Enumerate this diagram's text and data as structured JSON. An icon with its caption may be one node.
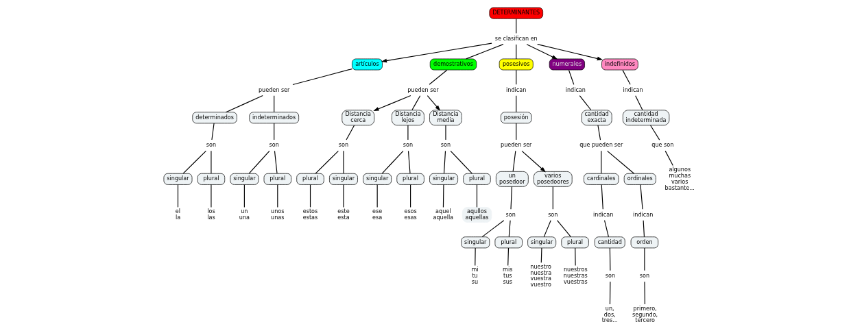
{
  "diagram": {
    "nodes": [
      {
        "text": [
          "DETERMINANTES"
        ]
      },
      {
        "text": [
          "se clasifican en"
        ]
      },
      {
        "text": [
          "artículos"
        ]
      },
      {
        "text": [
          "demostrativos"
        ]
      },
      {
        "text": [
          "posesivos"
        ]
      },
      {
        "text": [
          "numerales"
        ]
      },
      {
        "text": [
          "indefinidos"
        ]
      },
      {
        "text": [
          "pueden ser"
        ]
      },
      {
        "text": [
          "determinados"
        ]
      },
      {
        "text": [
          "indeterminados"
        ]
      },
      {
        "text": [
          "son"
        ]
      },
      {
        "text": [
          "singular"
        ]
      },
      {
        "text": [
          "plural"
        ]
      },
      {
        "text": [
          "el la"
        ]
      },
      {
        "text": [
          "los las"
        ]
      },
      {
        "text": [
          "son"
        ]
      },
      {
        "text": [
          "singular"
        ]
      },
      {
        "text": [
          "plural"
        ]
      },
      {
        "text": [
          "un una"
        ]
      },
      {
        "text": [
          "unos unas"
        ]
      },
      {
        "text": [
          "pueden ser"
        ]
      },
      {
        "text": [
          "Distancia cerca"
        ]
      },
      {
        "text": [
          "Distancia lejos"
        ]
      },
      {
        "text": [
          "Distancia media"
        ]
      },
      {
        "text": [
          "son"
        ]
      },
      {
        "text": [
          "plural"
        ]
      },
      {
        "text": [
          "singular"
        ]
      },
      {
        "text": [
          "estos estas"
        ]
      },
      {
        "text": [
          "este esta"
        ]
      },
      {
        "text": [
          "son"
        ]
      },
      {
        "text": [
          "singular"
        ]
      },
      {
        "text": [
          "plural"
        ]
      },
      {
        "text": [
          "ese esa"
        ]
      },
      {
        "text": [
          "esos esas"
        ]
      },
      {
        "text": [
          "son"
        ]
      },
      {
        "text": [
          "singular"
        ]
      },
      {
        "text": [
          "plural"
        ]
      },
      {
        "text": [
          "aquel aquella"
        ]
      },
      {
        "text": [
          "aqullos aquellas"
        ]
      },
      {
        "text": [
          "indican"
        ]
      },
      {
        "text": [
          "posesión"
        ]
      },
      {
        "text": [
          "pueden ser"
        ]
      },
      {
        "text": [
          "un posedoor"
        ]
      },
      {
        "text": [
          "varios posedoores"
        ]
      },
      {
        "text": [
          "son"
        ]
      },
      {
        "text": [
          "singular"
        ]
      },
      {
        "text": [
          "plural"
        ]
      },
      {
        "text": [
          "mi tu su"
        ]
      },
      {
        "text": [
          "mis tus sus"
        ]
      },
      {
        "text": [
          "son"
        ]
      },
      {
        "text": [
          "singular"
        ]
      },
      {
        "text": [
          "plural"
        ]
      },
      {
        "text": [
          "nuestro nuestra vuestra vuestro"
        ]
      },
      {
        "text": [
          "nuestros nuestras vuestras"
        ]
      },
      {
        "text": [
          "indican"
        ]
      },
      {
        "text": [
          "cantidad exacta"
        ]
      },
      {
        "text": [
          "que pueden ser"
        ]
      },
      {
        "text": [
          "cardinales"
        ]
      },
      {
        "text": [
          "ordinales"
        ]
      },
      {
        "text": [
          "indican"
        ]
      },
      {
        "text": [
          "cantidad"
        ]
      },
      {
        "text": [
          "son"
        ]
      },
      {
        "text": [
          "un, dos, tres..."
        ]
      },
      {
        "text": [
          "indican"
        ]
      },
      {
        "text": [
          "orden"
        ]
      },
      {
        "text": [
          "son"
        ]
      },
      {
        "text": [
          "primero, segundo, tercero"
        ]
      },
      {
        "text": [
          "indican"
        ]
      },
      {
        "text": [
          "cantidad indeterminada"
        ]
      },
      {
        "text": [
          "que son"
        ]
      },
      {
        "text": [
          "algunos muchas varios bastante..."
        ]
      }
    ],
    "edges": [
      {
        "from": 0,
        "to": 1,
        "arrow": "none"
      },
      {
        "from": 1,
        "to": 2,
        "arrow": "to"
      },
      {
        "from": 1,
        "to": 3,
        "arrow": "none"
      },
      {
        "from": 1,
        "to": 4,
        "arrow": "none"
      },
      {
        "from": 1,
        "to": 5,
        "arrow": "to"
      },
      {
        "from": 1,
        "to": 6,
        "arrow": "to"
      },
      {
        "from": 2,
        "to": 7,
        "arrow": "none"
      },
      {
        "from": 7,
        "to": 8,
        "arrow": "none"
      },
      {
        "from": 7,
        "to": 9,
        "arrow": "none"
      },
      {
        "from": 8,
        "to": 10,
        "arrow": "none"
      },
      {
        "from": 10,
        "to": 11,
        "arrow": "none"
      },
      {
        "from": 10,
        "to": 12,
        "arrow": "none"
      },
      {
        "from": 11,
        "to": 13,
        "arrow": "none"
      },
      {
        "from": 12,
        "to": 14,
        "arrow": "none"
      },
      {
        "from": 9,
        "to": 15,
        "arrow": "none"
      },
      {
        "from": 15,
        "to": 16,
        "arrow": "none"
      },
      {
        "from": 15,
        "to": 17,
        "arrow": "none"
      },
      {
        "from": 16,
        "to": 18,
        "arrow": "none"
      },
      {
        "from": 17,
        "to": 19,
        "arrow": "none"
      },
      {
        "from": 3,
        "to": 20,
        "arrow": "none"
      },
      {
        "from": 20,
        "to": 21,
        "arrow": "to"
      },
      {
        "from": 20,
        "to": 22,
        "arrow": "none"
      },
      {
        "from": 20,
        "to": 23,
        "arrow": "to"
      },
      {
        "from": 21,
        "to": 24,
        "arrow": "none"
      },
      {
        "from": 24,
        "to": 25,
        "arrow": "none"
      },
      {
        "from": 24,
        "to": 26,
        "arrow": "none"
      },
      {
        "from": 25,
        "to": 27,
        "arrow": "none"
      },
      {
        "from": 26,
        "to": 28,
        "arrow": "none"
      },
      {
        "from": 22,
        "to": 29,
        "arrow": "none"
      },
      {
        "from": 29,
        "to": 30,
        "arrow": "none"
      },
      {
        "from": 29,
        "to": 31,
        "arrow": "none"
      },
      {
        "from": 30,
        "to": 32,
        "arrow": "none"
      },
      {
        "from": 31,
        "to": 33,
        "arrow": "none"
      },
      {
        "from": 23,
        "to": 34,
        "arrow": "none"
      },
      {
        "from": 34,
        "to": 35,
        "arrow": "none"
      },
      {
        "from": 34,
        "to": 36,
        "arrow": "none"
      },
      {
        "from": 35,
        "to": 37,
        "arrow": "none"
      },
      {
        "from": 36,
        "to": 38,
        "arrow": "none"
      },
      {
        "from": 4,
        "to": 39,
        "arrow": "none"
      },
      {
        "from": 39,
        "to": 40,
        "arrow": "none"
      },
      {
        "from": 40,
        "to": 41,
        "arrow": "none"
      },
      {
        "from": 41,
        "to": 42,
        "arrow": "none"
      },
      {
        "from": 41,
        "to": 43,
        "arrow": "to"
      },
      {
        "from": 42,
        "to": 44,
        "arrow": "none"
      },
      {
        "from": 44,
        "to": 45,
        "arrow": "none"
      },
      {
        "from": 44,
        "to": 46,
        "arrow": "none"
      },
      {
        "from": 45,
        "to": 47,
        "arrow": "none"
      },
      {
        "from": 46,
        "to": 48,
        "arrow": "none"
      },
      {
        "from": 43,
        "to": 49,
        "arrow": "none"
      },
      {
        "from": 49,
        "to": 50,
        "arrow": "none"
      },
      {
        "from": 49,
        "to": 51,
        "arrow": "none"
      },
      {
        "from": 50,
        "to": 52,
        "arrow": "none"
      },
      {
        "from": 51,
        "to": 53,
        "arrow": "none"
      },
      {
        "from": 5,
        "to": 54,
        "arrow": "none"
      },
      {
        "from": 54,
        "to": 55,
        "arrow": "none"
      },
      {
        "from": 55,
        "to": 56,
        "arrow": "none"
      },
      {
        "from": 56,
        "to": 57,
        "arrow": "none"
      },
      {
        "from": 56,
        "to": 58,
        "arrow": "none"
      },
      {
        "from": 57,
        "to": 59,
        "arrow": "none"
      },
      {
        "from": 59,
        "to": 60,
        "arrow": "none"
      },
      {
        "from": 60,
        "to": 61,
        "arrow": "none"
      },
      {
        "from": 61,
        "to": 62,
        "arrow": "none"
      },
      {
        "from": 58,
        "to": 63,
        "arrow": "none"
      },
      {
        "from": 63,
        "to": 64,
        "arrow": "none"
      },
      {
        "from": 64,
        "to": 65,
        "arrow": "none"
      },
      {
        "from": 65,
        "to": 66,
        "arrow": "none"
      },
      {
        "from": 6,
        "to": 67,
        "arrow": "none"
      },
      {
        "from": 67,
        "to": 68,
        "arrow": "none"
      },
      {
        "from": 68,
        "to": 69,
        "arrow": "none"
      },
      {
        "from": 69,
        "to": 70,
        "arrow": "none"
      }
    ]
  }
}
